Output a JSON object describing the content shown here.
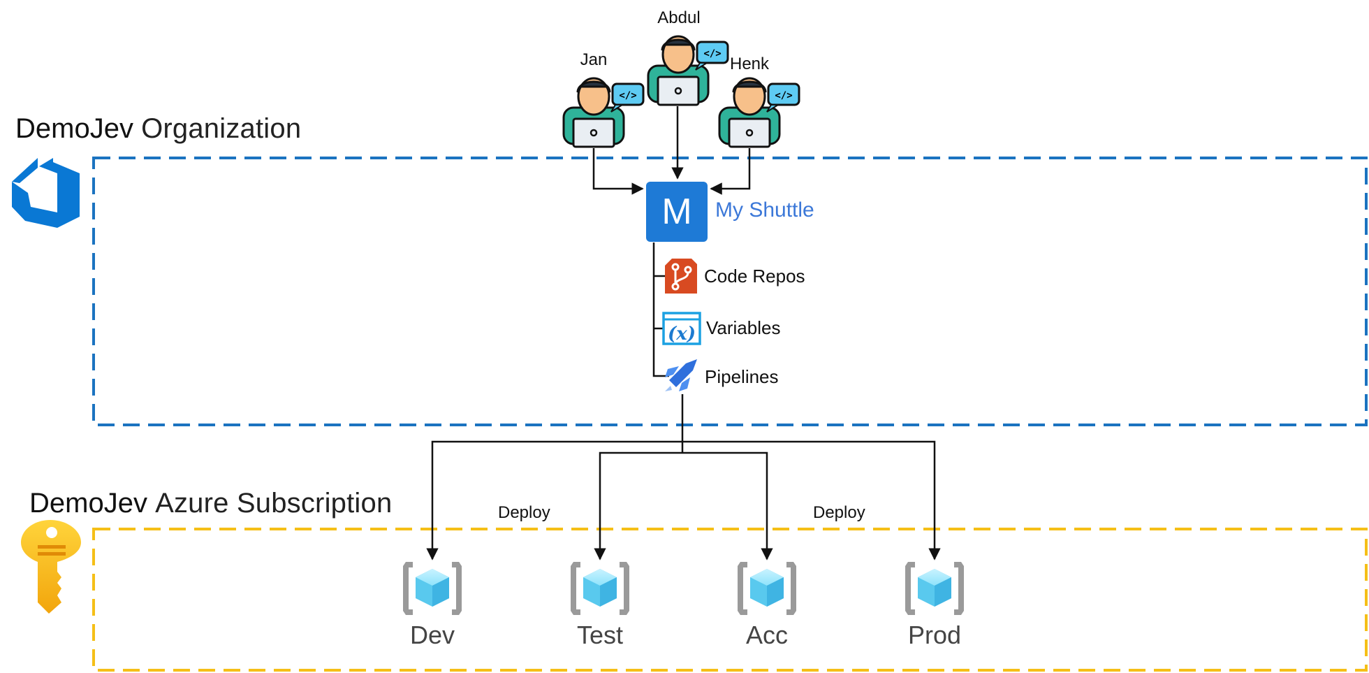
{
  "organization": {
    "name_bold": "DemoJev",
    "name_rest": "Organization",
    "border_color": "#1b73c0",
    "icon": "azure-devops-icon"
  },
  "people": [
    {
      "name": "Jan",
      "icon": "developer-icon"
    },
    {
      "name": "Abdul",
      "icon": "developer-icon"
    },
    {
      "name": "Henk",
      "icon": "developer-icon"
    }
  ],
  "project": {
    "initial": "M",
    "name": "My Shuttle",
    "tile_color": "#1e7ad6"
  },
  "items": [
    {
      "label": "Code Repos",
      "icon": "repos-icon"
    },
    {
      "label": "Variables",
      "icon": "variables-icon"
    },
    {
      "label": "Pipelines",
      "icon": "pipelines-icon"
    }
  ],
  "subscription": {
    "name_bold": "DemoJev",
    "name_rest": "Azure Subscription",
    "border_color": "#f5bf17",
    "icon": "key-icon"
  },
  "deploy_labels": [
    "Deploy",
    "Deploy"
  ],
  "environments": [
    {
      "name": "Dev",
      "icon": "resource-group-icon"
    },
    {
      "name": "Test",
      "icon": "resource-group-icon"
    },
    {
      "name": "Acc",
      "icon": "resource-group-icon"
    },
    {
      "name": "Prod",
      "icon": "resource-group-icon"
    }
  ]
}
